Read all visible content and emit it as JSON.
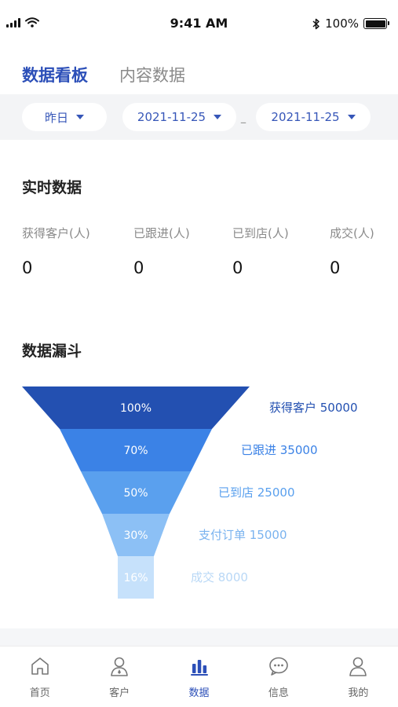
{
  "status_bar": {
    "time": "9:41 AM",
    "battery": "100%"
  },
  "tabs": [
    {
      "label": "数据看板",
      "active": true
    },
    {
      "label": "内容数据",
      "active": false
    }
  ],
  "filters": {
    "period": "昨日",
    "start_date": "2021-11-25",
    "separator": "–",
    "end_date": "2021-11-25"
  },
  "realtime": {
    "title": "实时数据",
    "stats": [
      {
        "label": "获得客户(人)",
        "value": "0"
      },
      {
        "label": "已跟进(人)",
        "value": "0"
      },
      {
        "label": "已到店(人)",
        "value": "0"
      },
      {
        "label": "成交(人)",
        "value": "0"
      }
    ]
  },
  "funnel": {
    "title": "数据漏斗",
    "stages": [
      {
        "percent": "100%",
        "label": "获得客户 50000",
        "color": "#2350b1",
        "text_color": "#ffffff",
        "label_color": "#2350b1"
      },
      {
        "percent": "70%",
        "label": "已跟进 35000",
        "color": "#3b82e6",
        "text_color": "#ffffff",
        "label_color": "#3b82e6"
      },
      {
        "percent": "50%",
        "label": "已到店 25000",
        "color": "#5aa0ee",
        "text_color": "#ffffff",
        "label_color": "#5aa0ee"
      },
      {
        "percent": "30%",
        "label": "支付订单 15000",
        "color": "#8cc0f5",
        "text_color": "#ffffff",
        "label_color": "#7ab3ef"
      },
      {
        "percent": "16%",
        "label": "成交 8000",
        "color": "#c6e1fb",
        "text_color": "#ffffff",
        "label_color": "#b9d8f6"
      }
    ]
  },
  "bottom_nav": [
    {
      "label": "首页",
      "icon": "home-icon",
      "active": false
    },
    {
      "label": "客户",
      "icon": "customer-icon",
      "active": false
    },
    {
      "label": "数据",
      "icon": "data-chart-icon",
      "active": true
    },
    {
      "label": "信息",
      "icon": "message-icon",
      "active": false
    },
    {
      "label": "我的",
      "icon": "profile-icon",
      "active": false
    }
  ],
  "colors": {
    "accent": "#2c4fb8",
    "nav_inactive": "#666666",
    "filter_bg": "#f3f4f6"
  }
}
